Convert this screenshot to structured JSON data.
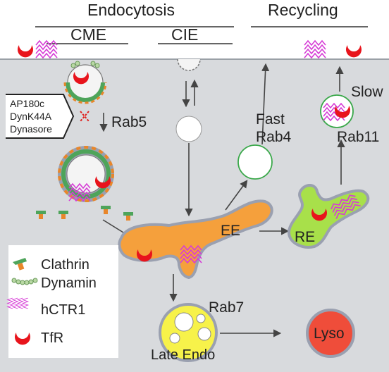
{
  "headers": {
    "endocytosis": "Endocytosis",
    "recycling": "Recycling",
    "cme": "CME",
    "cie": "CIE"
  },
  "inhibitors": [
    "AP180c",
    "DynK44A",
    "Dynasore"
  ],
  "labels": {
    "rab5": "Rab5",
    "fast": "Fast",
    "rab4": "Rab4",
    "slow": "Slow",
    "rab11": "Rab11",
    "ee": "EE",
    "re": "RE",
    "rab7": "Rab7",
    "late_endo": "Late Endo",
    "lyso": "Lyso"
  },
  "legend": [
    {
      "label": "Clathrin",
      "icon": "clathrin-icon"
    },
    {
      "label": "Dynamin",
      "icon": "dynamin-icon"
    },
    {
      "label": "hCTR1",
      "icon": "hctr1-icon"
    },
    {
      "label": "TfR",
      "icon": "tfr-icon"
    }
  ],
  "colors": {
    "cytoplasm": "#d8dadd",
    "early_endosome": "#f5a03c",
    "recycling_endosome": "#a8e04a",
    "late_endosome": "#f7f24a",
    "lysosome": "#ef4d3a",
    "vesicle_ring": "#3aa84a",
    "tfr": "#e8141c",
    "hctr1": "#d63cd6",
    "clathrin_green": "#4ea45a",
    "clathrin_orange": "#e8862a",
    "inhibit": "#e0201c"
  }
}
